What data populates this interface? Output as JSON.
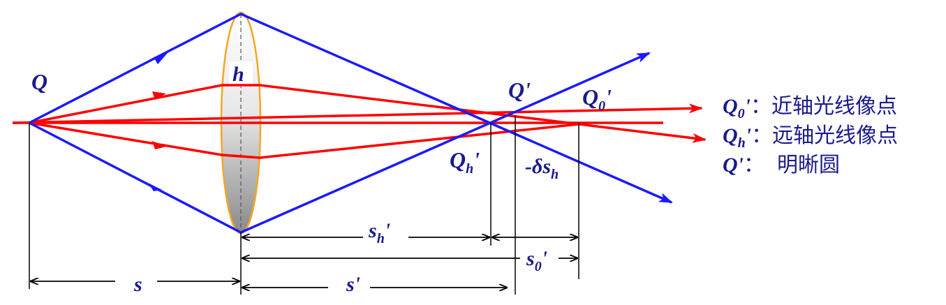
{
  "labels": {
    "Q": "Q",
    "h": "h",
    "Q_prime": "Q'",
    "Q0_prime": {
      "base": "Q",
      "sub": "0",
      "mark": "'"
    },
    "Qh_prime": {
      "base": "Q",
      "sub": "h",
      "mark": "'"
    },
    "delta_sh": {
      "base": "-δs",
      "sub": "h"
    },
    "sh_prime": {
      "base": "s",
      "sub": "h",
      "mark": "'"
    },
    "s0_prime": {
      "base": "s",
      "sub": "0",
      "mark": "'"
    },
    "s": "s",
    "s_prime": "s'"
  },
  "legend": [
    {
      "sym": "Q",
      "sub": "0",
      "mark": "'",
      "sep": "：",
      "text": "近轴光线像点"
    },
    {
      "sym": "Q",
      "sub": "h",
      "mark": "'",
      "sep": "：",
      "text": "远轴光线像点"
    },
    {
      "sym": "Q'",
      "sub": "",
      "mark": "",
      "sep": "：",
      "text": "明晰圆"
    }
  ],
  "colors": {
    "marginal_ray": "#1a1aff",
    "paraxial_ray": "#ff0000",
    "dimension": "#000000",
    "label": "#1a1a8c",
    "lens_edge": "#f5a623"
  }
}
